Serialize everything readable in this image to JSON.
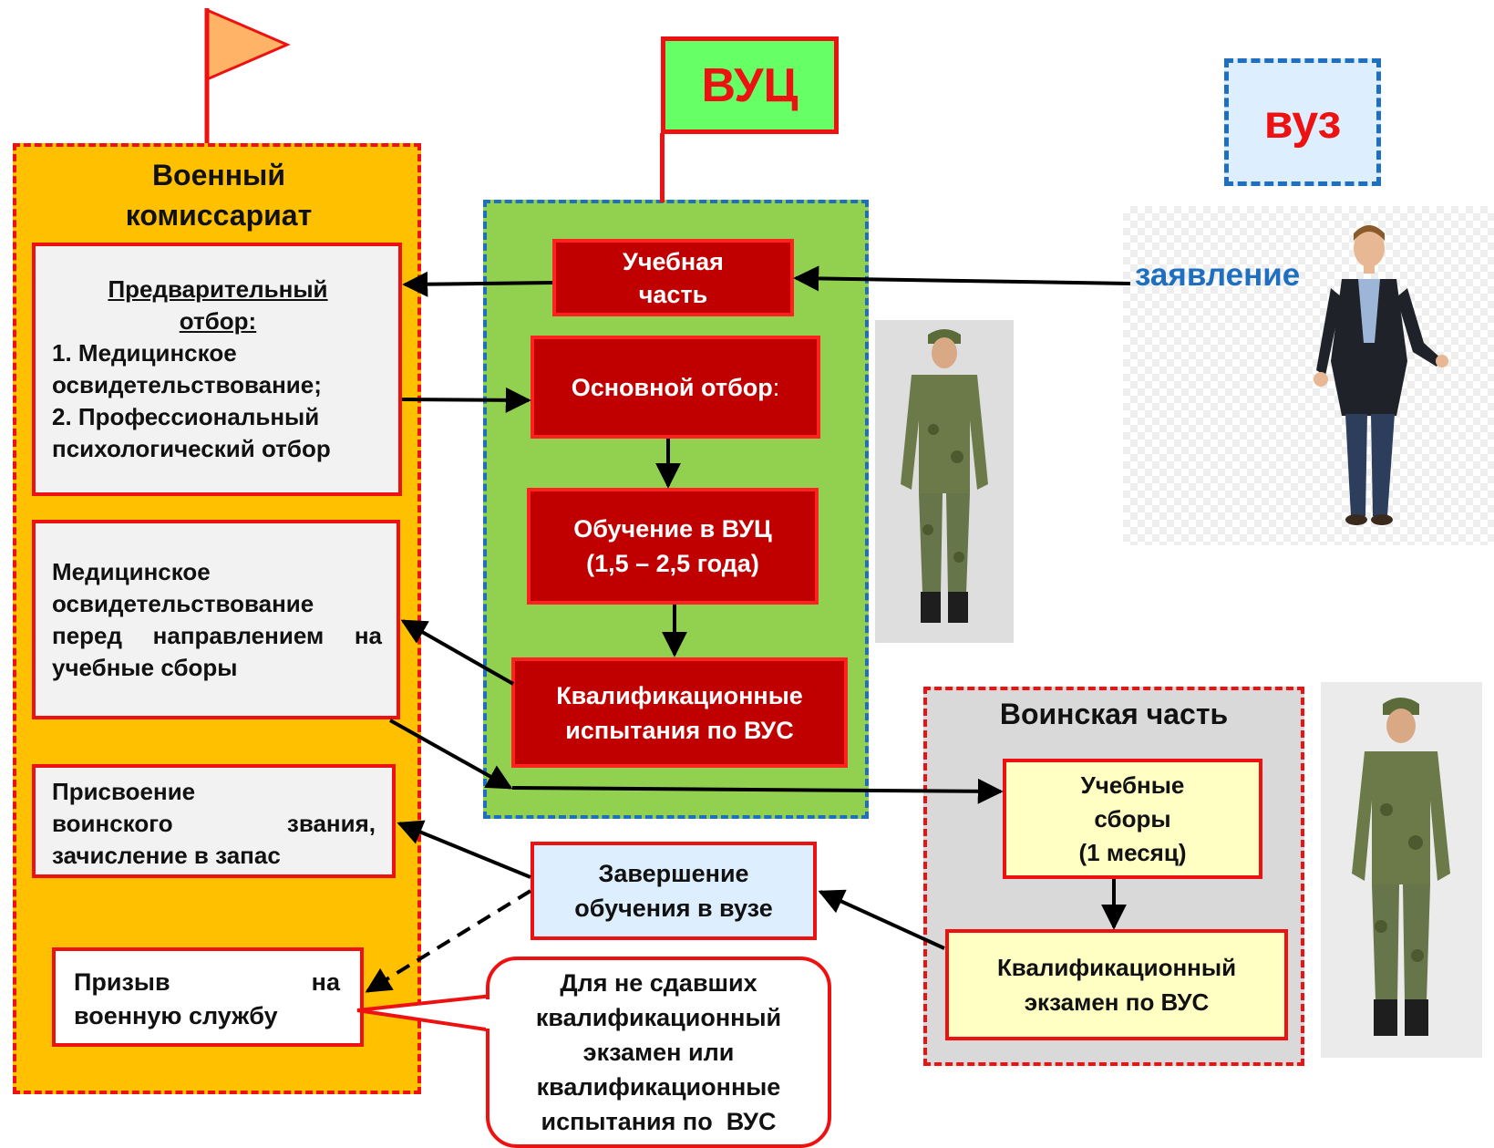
{
  "military_commissariat": {
    "title_line1": "Военный",
    "title_line2": "комиссариат",
    "preselection": {
      "heading_line1": "Предварительный",
      "heading_line2": "отбор:",
      "line1": "1. Медицинское",
      "line2": "освидетельствование;",
      "line3": "2. Профессиональный",
      "line4": "психологический отбор"
    },
    "medical_before_camp": {
      "line1": "Медицинское",
      "line2": "освидетельствование",
      "line3": "перед направлением на",
      "line4": "учебные сборы"
    },
    "rank_assignment": {
      "line1": "Присвоение",
      "line2a": "воинского",
      "line2b": "звания,",
      "line3": "зачисление в запас"
    },
    "conscription": {
      "line1a": "Призыв",
      "line1b": "на",
      "line2": "военную службу"
    }
  },
  "vuc": {
    "sign": "ВУЦ",
    "training_unit": {
      "line1": "Учебная",
      "line2": "часть"
    },
    "main_selection": {
      "text": "Основной отбор",
      "colon": ":"
    },
    "training": {
      "line1": "Обучение в ВУЦ",
      "line2": "(1,5 – 2,5 года)"
    },
    "qualification_tests": {
      "line1": "Квалификационные",
      "line2": "испытания по ВУС"
    }
  },
  "university": {
    "sign": "вуз",
    "application_label": "заявление",
    "completion": {
      "line1": "Завершение",
      "line2": "обучения в вузе"
    }
  },
  "military_unit": {
    "title": "Воинская часть",
    "training_camp": {
      "line1": "Учебные",
      "line2": "сборы",
      "line3": "(1 месяц)"
    },
    "qualification_exam": {
      "line1": "Квалификационный",
      "line2": "экзамен по ВУС"
    }
  },
  "callout": {
    "line1": "Для не сдавших",
    "line2": "квалификационный",
    "line3": "экзамен или",
    "line4": "квалификационные",
    "line5": "испытания по  ВУС"
  },
  "colors": {
    "commissariat_bg": "#ffc000",
    "vuc_bg": "#92d050",
    "unit_bg": "#d9d9d9",
    "dark_red": "#c00000",
    "accent_red": "#ee1111",
    "blue": "#1f6fc0",
    "vuc_sign_bg": "#66ff66",
    "vuz_sign_bg": "#ddeeff",
    "flag": "#ffb366"
  },
  "icons": [
    "flag-icon",
    "soldier-figure",
    "civilian-figure"
  ]
}
